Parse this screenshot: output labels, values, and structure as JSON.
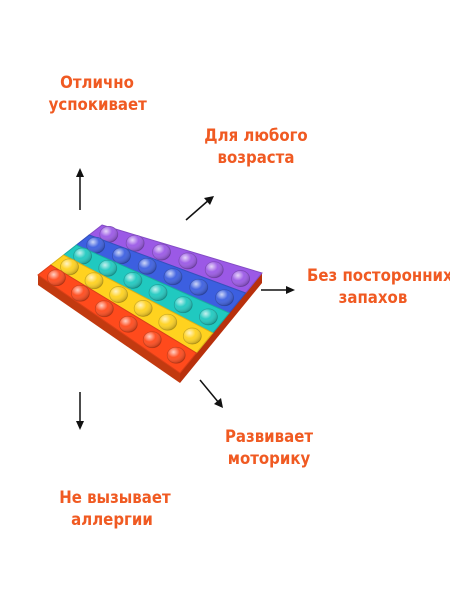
{
  "features": {
    "calm": {
      "line1": "Отлично",
      "line2": "успокивает"
    },
    "age": {
      "line1": "Для любого",
      "line2": "возраста"
    },
    "smell": {
      "line1": "Без посторонних",
      "line2": "запахов"
    },
    "motor": {
      "line1": "Развивает",
      "line2": "моторику"
    },
    "allergy": {
      "line1": "Не вызывает",
      "line2": "аллергии"
    }
  },
  "colors": {
    "text": "#f05a22",
    "arrow": "#111111",
    "rows": [
      "#9b59e6",
      "#3c5fe0",
      "#20c9c0",
      "#ffd21f",
      "#ff4a1c"
    ]
  },
  "icons": {
    "arrow": "arrow-icon",
    "toy": "pop-it-toy-image"
  }
}
